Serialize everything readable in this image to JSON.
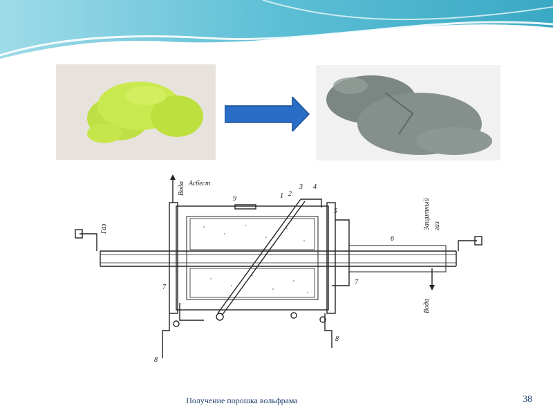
{
  "slide": {
    "footer_title": "Получение порошка вольфрама",
    "page_number": "38"
  },
  "diagram": {
    "labels": {
      "asbestos": "Асбест",
      "water_top": "Вода",
      "water_bottom": "Вода",
      "gas_left": "Газ",
      "protective": "Защитный",
      "gas_right": "газ",
      "n1": "1",
      "n2": "2",
      "n3": "3",
      "n4": "4",
      "n5": "5",
      "n6": "6",
      "n7a": "7",
      "n7b": "7",
      "n8a": "8",
      "n8b": "8",
      "n9": "9"
    }
  },
  "colors": {
    "header_teal": "#4fb7cf",
    "arrow_blue": "#2a6dc7",
    "yellow_powder": "#c8e64a",
    "gray_powder": "#7f8a86"
  }
}
